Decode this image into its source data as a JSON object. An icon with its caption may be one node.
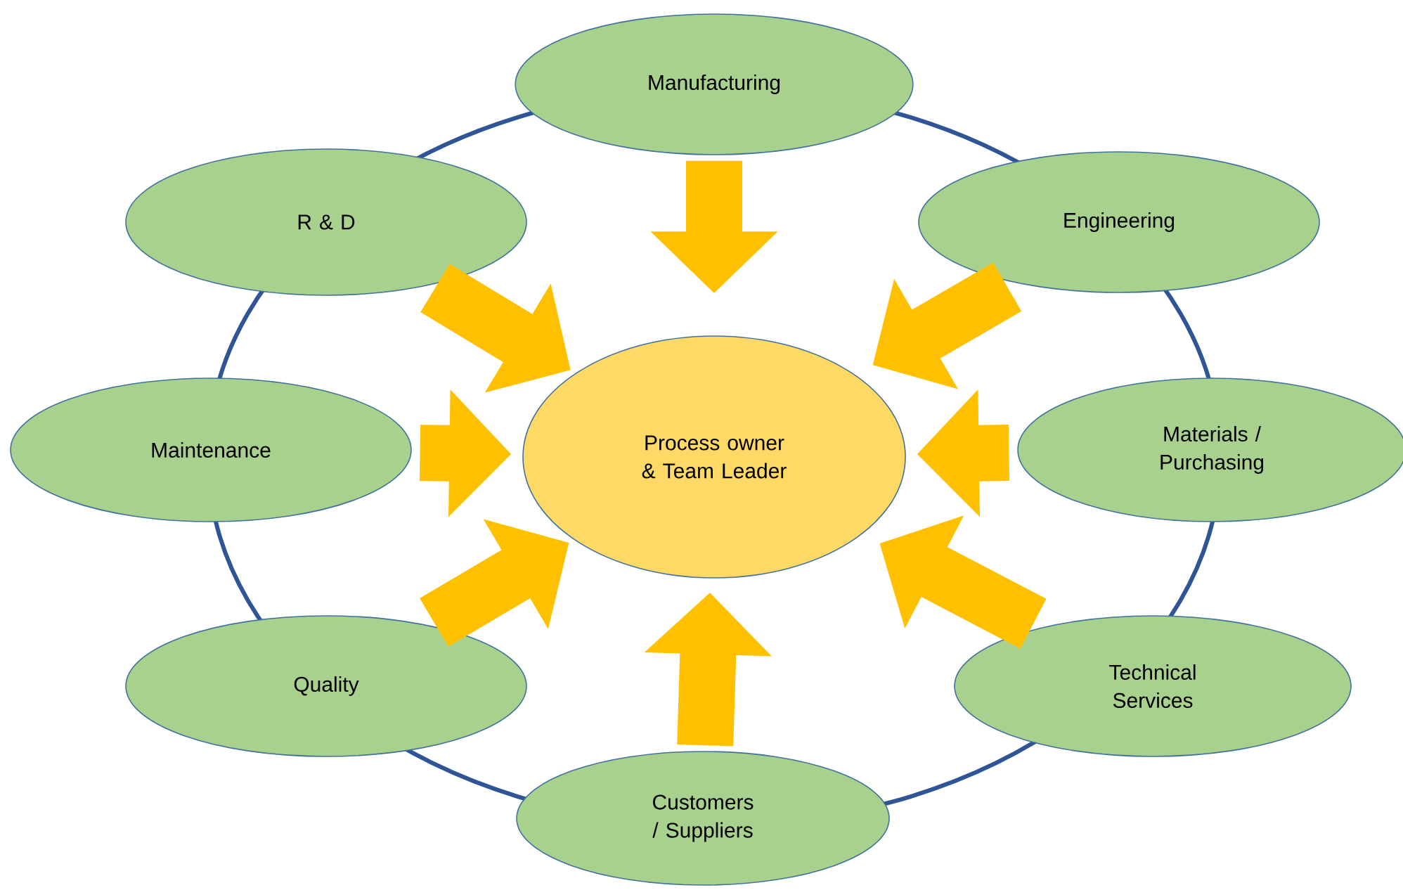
{
  "diagram": {
    "nodes": [
      {
        "text": [
          "Process owner & Team Leader"
        ]
      },
      {
        "text": [
          "Manufacturing"
        ]
      },
      {
        "text": [
          "R & D"
        ]
      },
      {
        "text": [
          "Engineering"
        ]
      },
      {
        "text": [
          "Maintenance"
        ]
      },
      {
        "text": [
          "Materials / Purchasing"
        ]
      },
      {
        "text": [
          "Quality"
        ]
      },
      {
        "text": [
          "Technical Services"
        ]
      },
      {
        "text": [
          "Customers / Suppliers"
        ]
      }
    ],
    "edges": [
      {
        "from": 1,
        "to": 0,
        "arrow": "to"
      },
      {
        "from": 2,
        "to": 0,
        "arrow": "to"
      },
      {
        "from": 3,
        "to": 0,
        "arrow": "to"
      },
      {
        "from": 4,
        "to": 0,
        "arrow": "to"
      },
      {
        "from": 5,
        "to": 0,
        "arrow": "to"
      },
      {
        "from": 6,
        "to": 0,
        "arrow": "to"
      },
      {
        "from": 7,
        "to": 0,
        "arrow": "to"
      },
      {
        "from": 8,
        "to": 0,
        "arrow": "to"
      }
    ]
  }
}
